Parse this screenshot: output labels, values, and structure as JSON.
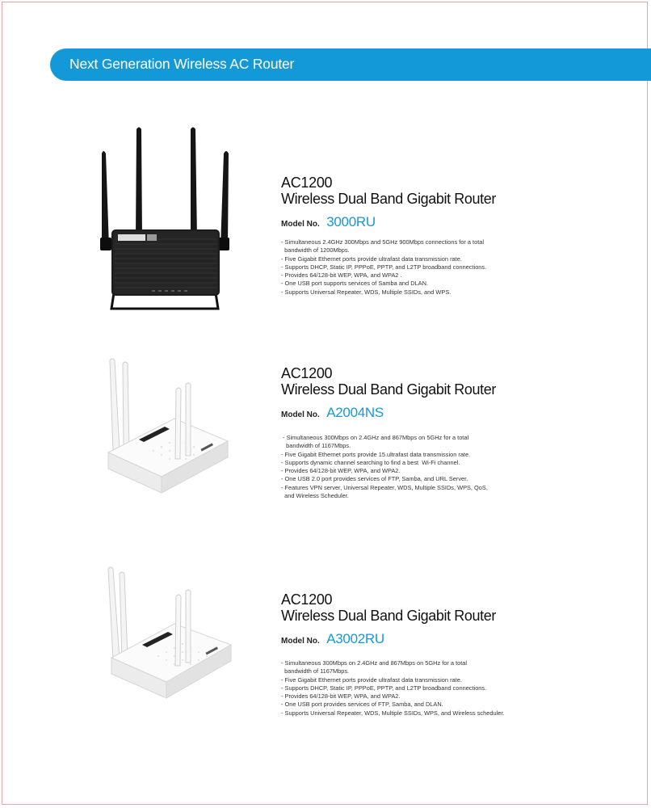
{
  "header": {
    "title": "Next Generation Wireless AC Router"
  },
  "products": [
    {
      "line1": "AC1200",
      "line2": "Wireless Dual Band Gigabit Router",
      "model_label": "Model No.",
      "model_number": "3000RU",
      "features": [
        "- Simultaneous 2.4GHz 300Mbps and 5GHz 900Mbps connections for a total",
        "  bandwidth of 1200Mbps.",
        "- Five Gigabit Ethernet ports provide ultrafast data transmission rate.",
        "- Supports DHCP, Static IP, PPPoE, PPTP, and L2TP broadband connections.",
        "- Provides 64/128-bit WEP, WPA, and WPA2 .",
        "- One USB port supports services of Samba and DLAN.",
        "- Supports Universal Repeater, WDS, Multiple SSIDs, and WPS."
      ]
    },
    {
      "line1": "AC1200",
      "line2": "Wireless Dual Band Gigabit Router",
      "model_label": "Model No.",
      "model_number": "A2004NS",
      "features": [
        " - Simultaneous 300Mbps on 2.4GHz and 867Mbps on 5GHz for a total",
        "   bandwidth of 1167Mbps.",
        "- Five Gigabit Ethernet ports provide 15.ultrafast data transmission rate.",
        "- Supports dynamic channel searching to find a best  Wi-Fi channel.",
        "- Provides 64/128-bit WEP, WPA, and WPA2.",
        "- One USB 2.0 port provides services of FTP, Samba, and URL Server.",
        "- Features VPN server, Universal Repeater, WDS, Multiple SSIDs, WPS, QoS,",
        "  and Wireless Scheduler."
      ]
    },
    {
      "line1": "AC1200",
      "line2": "Wireless Dual Band Gigabit Router",
      "model_label": "Model No.",
      "model_number": "A3002RU",
      "features": [
        "- Simultaneous 300Mbps on 2.4GHz and 867Mbps on 5GHz for a total",
        "  bandwidth of 1167Mbps.",
        "- Five Gigabit Ethernet ports provide ultrafast data transmission rate.",
        "- Supports DHCP, Static IP, PPPoE, PPTP, and L2TP broadband connections.",
        "- Provides 64/128-bit WEP, WPA, and WPA2.",
        "- One USB port provides services of FTP, Samba, and DLAN.",
        "- Supports Universal Repeater, WDS, Multiple SSIDs, WPS, and Wireless scheduler."
      ]
    }
  ]
}
